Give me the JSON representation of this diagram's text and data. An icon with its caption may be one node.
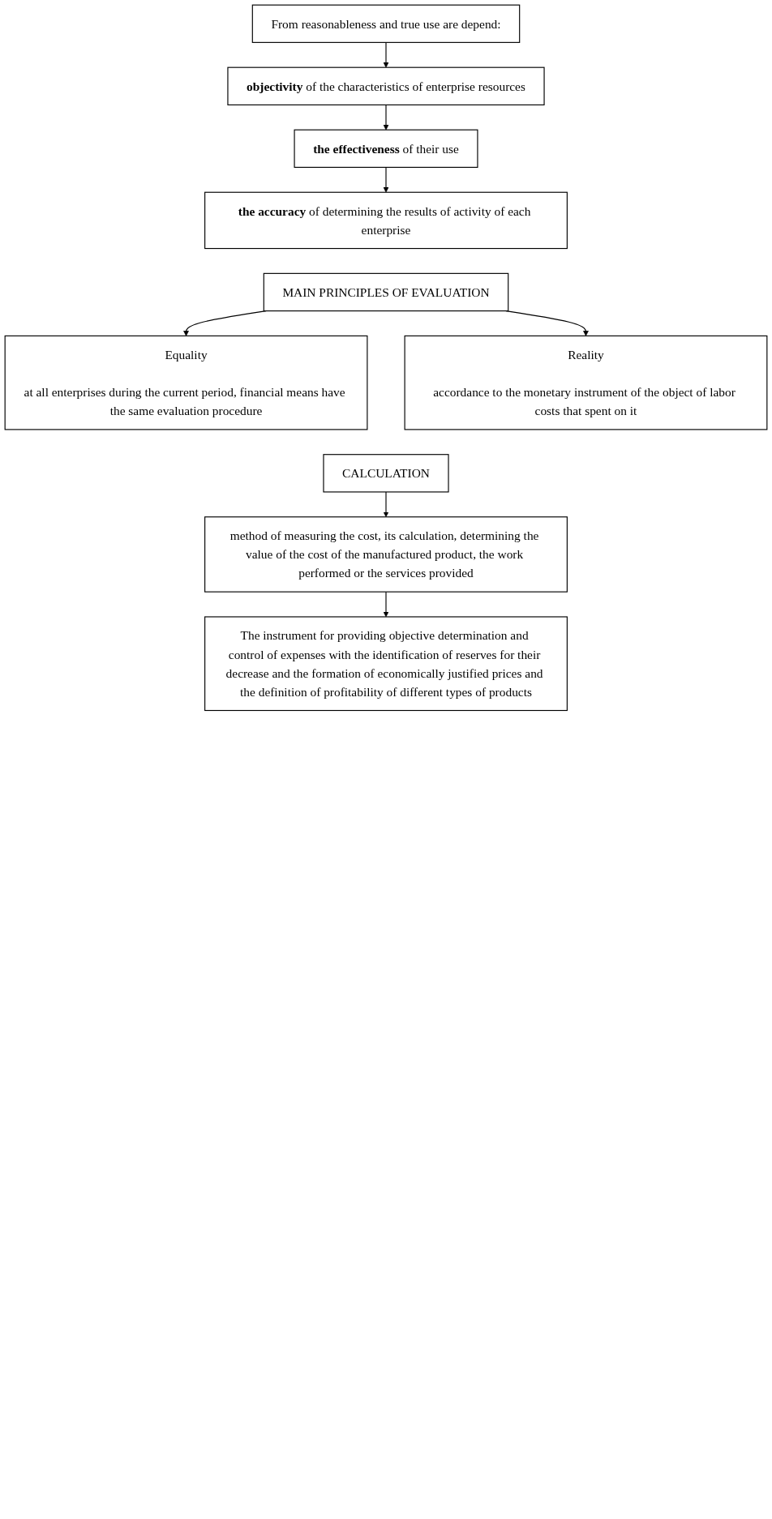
{
  "diagram": {
    "nodes": [
      {
        "text": [
          "From reasonableness and true use are depend:"
        ]
      },
      {
        "text": [
          "**objectivity** of the characteristics of enterprise resources"
        ]
      },
      {
        "text": [
          "**the effectiveness** of their use"
        ]
      },
      {
        "text": [
          "**the accuracy** of determining the results of activity of each enterprise"
        ]
      },
      {
        "text": [
          "MAIN PRINCIPLES OF EVALUATION"
        ]
      },
      {
        "text": [
          "Reality",
          "accordance to the monetary instrument of the object of labor costs that spent on it"
        ]
      },
      {
        "text": [
          "Equality",
          "at all enterprises during the current period, financial means have the same evaluation procedure"
        ]
      },
      {
        "text": [
          "CALCULATION"
        ]
      },
      {
        "text": [
          "method of measuring the cost, its calculation, determining the value of the cost of the manufactured product, the work performed or the services provided"
        ]
      },
      {
        "text": [
          "The instrument for providing objective determination and control of expenses with the identification of reserves for their decrease and the formation of economically justified prices and the definition of profitability of different types of products"
        ]
      }
    ],
    "edges": [
      {
        "from": 0,
        "to": 1,
        "arrow": "to"
      },
      {
        "from": 1,
        "to": 2,
        "arrow": "to"
      },
      {
        "from": 2,
        "to": 3,
        "arrow": "to"
      },
      {
        "from": 4,
        "to": 5,
        "arrow": "to"
      },
      {
        "from": 4,
        "to": 6,
        "arrow": "to"
      },
      {
        "from": 7,
        "to": 8,
        "arrow": "to"
      },
      {
        "from": 8,
        "to": 9,
        "arrow": "to"
      }
    ]
  }
}
